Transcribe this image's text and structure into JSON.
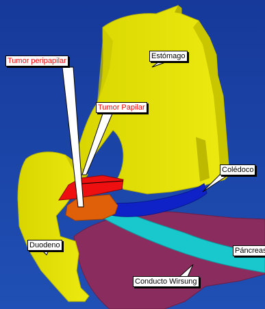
{
  "labels": {
    "estomago": "Estómago",
    "tumor_peripapilar": "Tumor  peripapilar",
    "tumor_papilar": "Tumor Papilar",
    "coledoco": "Colédoco",
    "duodeno": "Duodeno",
    "pancreas": "Páncreas",
    "conducto_wirsung": "Conducto Wirsung"
  },
  "colors": {
    "background": "#1a3fa3",
    "stomach": "#e4e100",
    "duodenum": "#e4e100",
    "pancreas": "#8a2c5e",
    "wirsung_duct": "#18c8cc",
    "bile_duct": "#0e22c8",
    "tumor_peripapilar": "#ee1010",
    "tumor_papilar": "#e0600a",
    "label_red_text": "#ff0000"
  }
}
